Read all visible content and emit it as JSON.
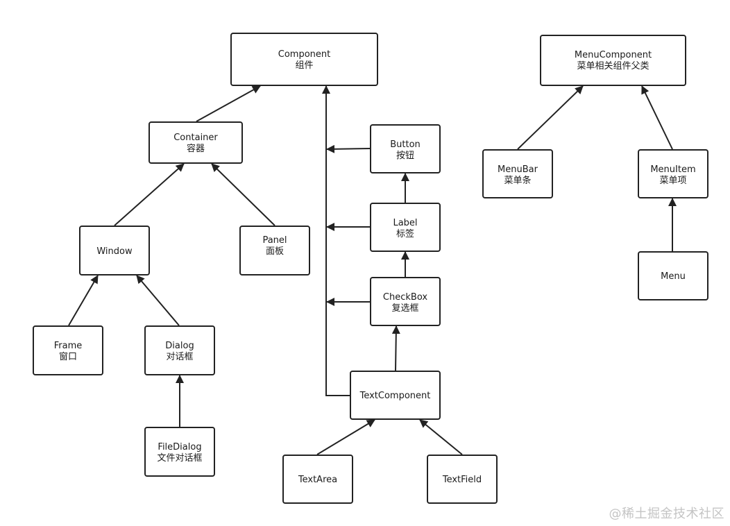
{
  "nodes": {
    "component": {
      "line1": "Component",
      "line2": "组件"
    },
    "container": {
      "line1": "Container",
      "line2": "容器"
    },
    "window": {
      "line1": "Window",
      "line2": ""
    },
    "panel": {
      "line1": "Panel",
      "line2": "面板"
    },
    "frame": {
      "line1": "Frame",
      "line2": "窗口"
    },
    "dialog": {
      "line1": "Dialog",
      "line2": "对话框"
    },
    "filedialog": {
      "line1": "FileDialog",
      "line2": "文件对话框"
    },
    "button": {
      "line1": "Button",
      "line2": "按钮"
    },
    "label": {
      "line1": "Label",
      "line2": "标签"
    },
    "checkbox": {
      "line1": "CheckBox",
      "line2": "复选框"
    },
    "textcomponent": {
      "line1": "TextComponent",
      "line2": ""
    },
    "textarea": {
      "line1": "TextArea",
      "line2": ""
    },
    "textfield": {
      "line1": "TextField",
      "line2": ""
    },
    "menucomponent": {
      "line1": "MenuComponent",
      "line2": "菜单相关组件父类"
    },
    "menubar": {
      "line1": "MenuBar",
      "line2": "菜单条"
    },
    "menuitem": {
      "line1": "MenuItem",
      "line2": "菜单项"
    },
    "menu": {
      "line1": "Menu",
      "line2": ""
    }
  },
  "watermark": "@稀土掘金技术社区"
}
